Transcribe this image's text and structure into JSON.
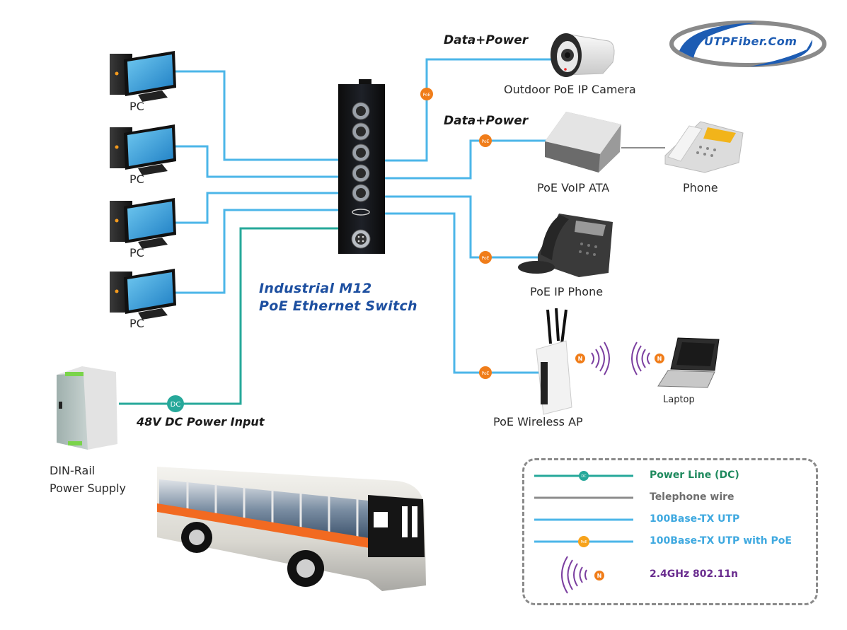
{
  "title": {
    "line1": "Industrial  M12",
    "line2": "PoE Ethernet Switch"
  },
  "logo": {
    "text": "UTPFiber.Com"
  },
  "devices": {
    "pcs": [
      "PC",
      "PC",
      "PC",
      "PC"
    ],
    "camera": "Outdoor PoE IP Camera",
    "ata": "PoE VoIP ATA",
    "phone": "Phone",
    "ip_phone": "PoE IP Phone",
    "wireless_ap": "PoE Wireless AP",
    "laptop": "Laptop",
    "power_supply_line1": "DIN-Rail",
    "power_supply_line2": "Power Supply"
  },
  "annotations": {
    "data_power_1": "Data+Power",
    "data_power_2": "Data+Power",
    "dc_input": "48V DC Power Input"
  },
  "badges": {
    "poe": "PoE",
    "dc": "DC",
    "n": "N"
  },
  "legend": {
    "items": [
      {
        "label": "Power Line (DC)",
        "color": "#1f8a5e",
        "line_color": "#26a89a",
        "marker": "DC"
      },
      {
        "label": "Telephone wire",
        "color": "#6e6e6e",
        "line_color": "#8c8c8c",
        "marker": ""
      },
      {
        "label": "100Base-TX UTP",
        "color": "#3fa9e0",
        "line_color": "#4cb6e8",
        "marker": ""
      },
      {
        "label": "100Base-TX UTP with PoE",
        "color": "#3fa9e0",
        "line_color": "#4cb6e8",
        "marker": "PoE"
      },
      {
        "label": "2.4GHz 802.11n",
        "color": "#6a2d8f",
        "line_color": "#7b3fa0",
        "marker": "N"
      }
    ]
  },
  "colors": {
    "utp": "#4cb6e8",
    "dc": "#26a89a",
    "phone_wire": "#8c8c8c",
    "poe_badge": "#f07d1a",
    "wifi": "#7b3fa0",
    "title": "#1d4fa0"
  }
}
